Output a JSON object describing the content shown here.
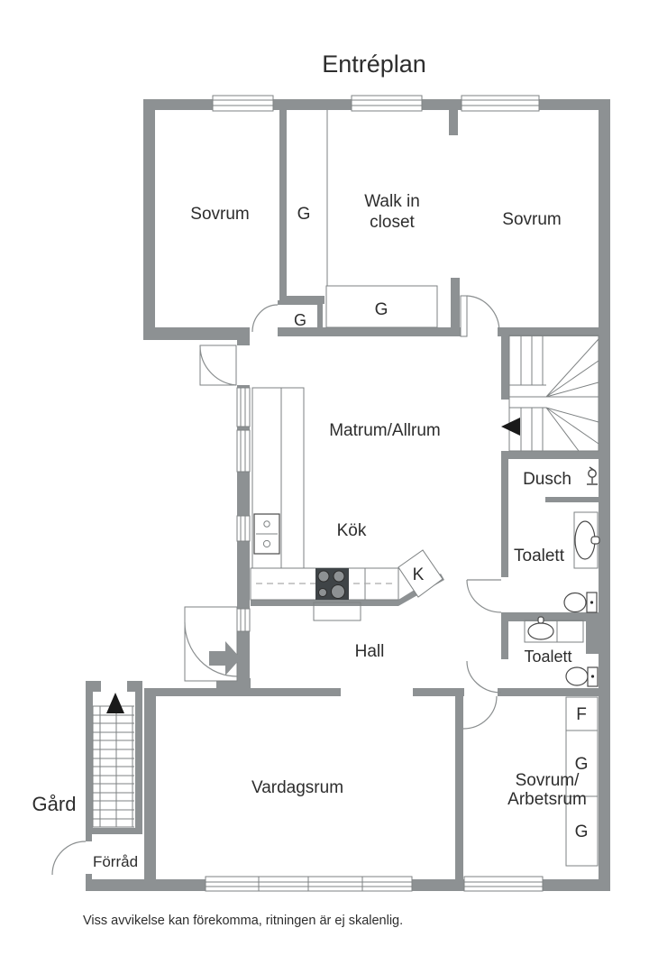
{
  "title": "Entréplan",
  "disclaimer": "Viss avvikelse kan förekomma, ritningen är ej skalenlig.",
  "colors": {
    "wall": "#8d9193",
    "text": "#2d2d2d",
    "stove": "#3f4447"
  },
  "rooms": {
    "sovrum_nw": "Sovrum",
    "sovrum_ne": "Sovrum",
    "walk_in_closet_line1": "Walk in",
    "walk_in_closet_line2": "closet",
    "matrum_allrum": "Matrum/Allrum",
    "kok": "Kök",
    "dusch": "Dusch",
    "toalett_upper": "Toalett",
    "toalett_lower": "Toalett",
    "hall": "Hall",
    "vardagsrum": "Vardagsrum",
    "sovrum_arbetsrum_line1": "Sovrum/",
    "sovrum_arbetsrum_line2": "Arbetsrum",
    "gard": "Gård",
    "forrad": "Förråd"
  },
  "closets": {
    "g_tall": "G",
    "g_small": "G",
    "g_wide": "G",
    "f_box": "F",
    "g_box_upper": "G",
    "g_box_lower": "G"
  },
  "appliances": {
    "k_fridge": "K"
  }
}
